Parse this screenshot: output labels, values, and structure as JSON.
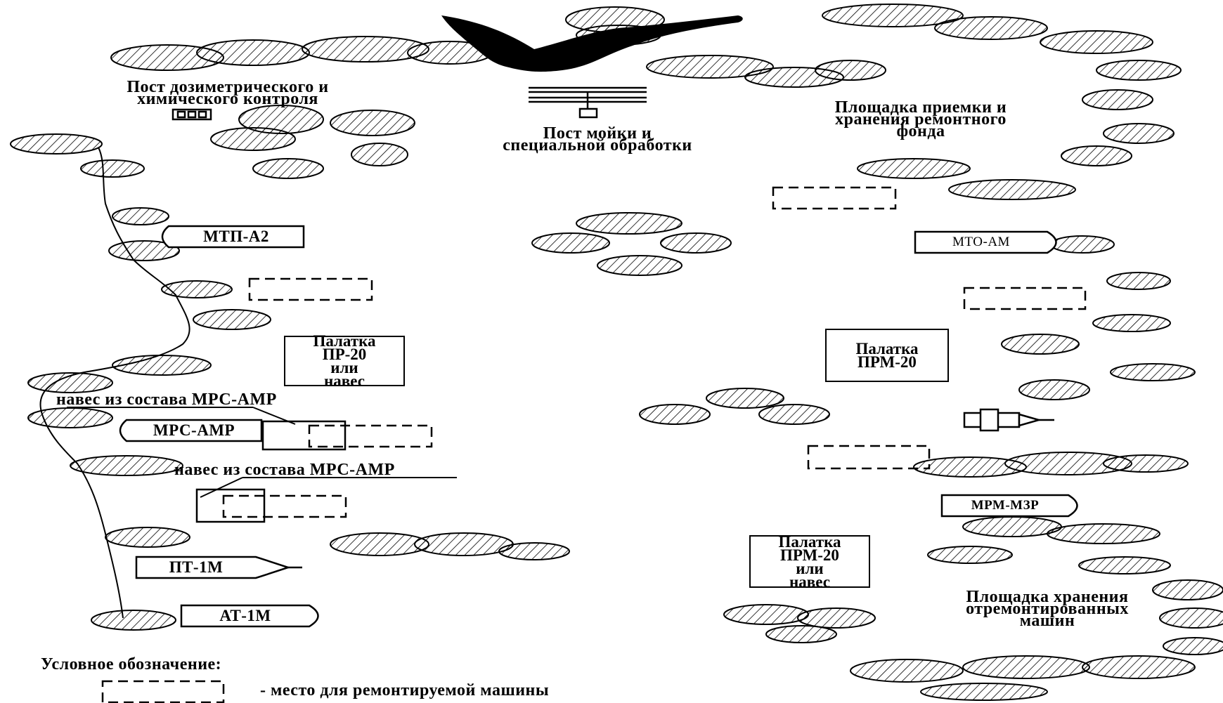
{
  "labels": {
    "dosimetric_post": "Пост дозиметрического и\nхимического контроля",
    "wash_post": "Пост мойки и\nспециальной обработки",
    "reception_area": "Площадка приемки и\nхранения ремонтного\nфонда",
    "storage_area": "Площадка хранения\nотремонтированных\nмашин",
    "canopy_1": "навес из состава МРС-АМР",
    "canopy_2": "навес из состава МРС-АМР",
    "legend_title": "Условное обозначение:",
    "legend_item": "- место для ремонтируемой машины"
  },
  "vehicles": {
    "mtp": "МТП-А2",
    "mto": "МТО-АМ",
    "mrs": "МРС-АМР",
    "mrm": "МРМ-МЗР",
    "pt": "ПТ-1М",
    "at": "АТ-1М"
  },
  "tents": {
    "pr20": "Палатка\nПР-20\nили\nнавес",
    "prm20_right": "Палатка\nПРМ-20",
    "prm20_bottom": "Палатка\nПРМ-20\nили\nнавес"
  }
}
